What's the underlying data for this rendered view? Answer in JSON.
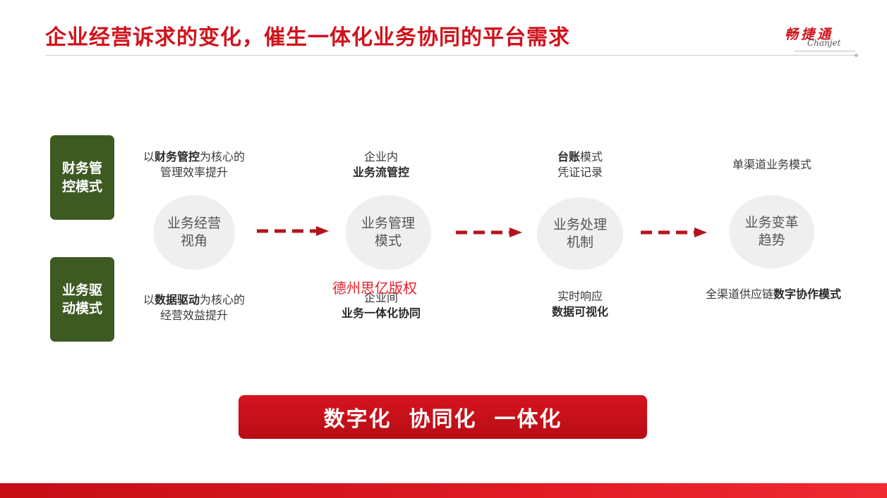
{
  "title": "企业经营诉求的变化，催生一体化业务协同的平台需求",
  "logo": {
    "cn": "畅捷通",
    "en": "Chanjet"
  },
  "modes": {
    "finance": "财务管控模式",
    "business": "业务驱动模式"
  },
  "circles": [
    "业务经营视角",
    "业务管理模式",
    "业务处理机制",
    "业务变革趋势"
  ],
  "top_labels": [
    {
      "pre": "以",
      "bold": "财务管控",
      "post": "为核心的",
      "line2": "管理效率提升"
    },
    {
      "line1": "企业内",
      "bold": "业务流管控"
    },
    {
      "bold": "台账",
      "post": "模式",
      "line2": "凭证记录"
    },
    {
      "line1": "单渠道业务模式"
    }
  ],
  "bottom_labels": [
    {
      "pre": "以",
      "bold": "数据驱动",
      "post": "为核心的",
      "line2": "经营效益提升"
    },
    {
      "line1": "企业间",
      "bold": "业务一体化协同"
    },
    {
      "line1": "实时响应",
      "bold": "数据可视化"
    },
    {
      "pre": "全渠道供应链",
      "bold": "数字协作模式"
    }
  ],
  "watermark": "德州思亿版权",
  "banner": "数字化  协同化  一体化",
  "colors": {
    "accent": "#d0121b",
    "mode_box": "#3d5a23",
    "circle": "#efefef",
    "arrow": "#b5121b"
  }
}
